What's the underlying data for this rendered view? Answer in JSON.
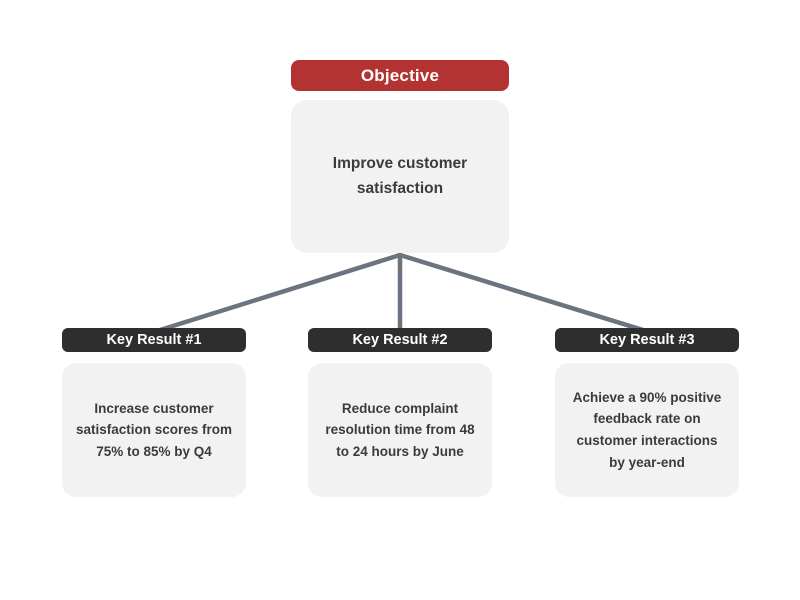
{
  "diagram": {
    "objective": {
      "label": "Objective",
      "description": "Improve customer satisfaction"
    },
    "key_results": [
      {
        "label": "Key Result #1",
        "description": "Increase customer satisfaction scores from 75% to 85% by Q4"
      },
      {
        "label": "Key Result #2",
        "description": "Reduce complaint resolution time from 48 to 24 hours by June"
      },
      {
        "label": "Key Result #3",
        "description": "Achieve a 90% positive feedback rate on customer interactions by year-end"
      }
    ],
    "colors": {
      "objective_header_bg": "#b23331",
      "key_result_header_bg": "#2e2e2e",
      "card_bg": "#f2f2f2",
      "connector": "#6b7480",
      "header_text": "#ffffff",
      "body_text": "#3b3b3b",
      "page_bg": "#ffffff"
    }
  }
}
